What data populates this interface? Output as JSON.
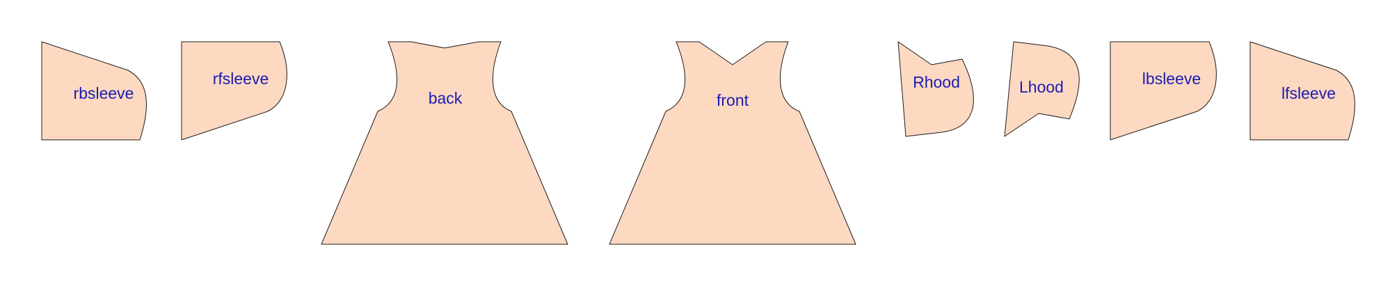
{
  "diagram": {
    "colors": {
      "piece_fill": "#fdd9c2",
      "piece_stroke": "#1a1a1a",
      "label": "#1c1cb0",
      "background": "#ffffff"
    },
    "pieces": [
      {
        "label": "rbsleeve"
      },
      {
        "label": "rfsleeve"
      },
      {
        "label": "back"
      },
      {
        "label": "front"
      },
      {
        "label": "Rhood"
      },
      {
        "label": "Lhood"
      },
      {
        "label": "lbsleeve"
      },
      {
        "label": "lfsleeve"
      }
    ]
  }
}
